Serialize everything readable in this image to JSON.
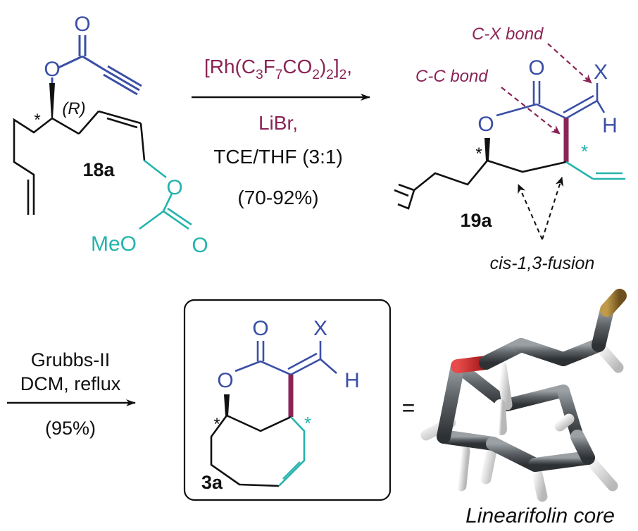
{
  "colors": {
    "blue": "#3a4fa5",
    "teal": "#25b3ad",
    "maroon": "#8a2456",
    "black": "#111111",
    "oxygen_red": "#c62020",
    "bromine_brown": "#8b6a2e",
    "carbon_gray": "#5d6266",
    "hydrogen_white": "#eeeeee"
  },
  "icons": {
    "reaction_arrow": "arrow-right-icon",
    "annotation_arrow": "dashed-arrow-icon"
  },
  "compound_18a": {
    "label": "18a",
    "config": "(R)",
    "stereo_mark": "*",
    "atom_O_top": "O",
    "atom_O_ester": "O",
    "atom_O_carbonate": "O",
    "atom_O_carbonyl": "O",
    "methoxy": "MeO"
  },
  "step1": {
    "reagent_line1": "[Rh(C3F7CO2)2]2,",
    "rh_open": "[Rh(C",
    "sub_3": "3",
    "f_part": "F",
    "sub_7": "7",
    "co_part": "CO",
    "sub_2a": "2",
    "paren_close": ")",
    "sub_2b": "2",
    "bracket_close": "]",
    "sub_2c": "2",
    "comma": ",",
    "reagent_line2": "LiBr,",
    "solvent": "TCE/THF (3:1)",
    "yield": "(70-92%)"
  },
  "compound_19a": {
    "label": "19a",
    "note_cx": "C-X bond",
    "note_cc": "C-C bond",
    "note_fusion": "cis-1,3-fusion",
    "atom_O_carbonyl": "O",
    "atom_O_ring": "O",
    "atom_X": "X",
    "atom_H": "H",
    "stereo_mark_black": "*",
    "stereo_mark_teal": "*"
  },
  "step2": {
    "reagent_line1": "Grubbs-II",
    "reagent_line2": "DCM, reflux",
    "yield": "(95%)"
  },
  "compound_3a": {
    "label": "3a",
    "atom_O_carbonyl": "O",
    "atom_O_ring": "O",
    "atom_X": "X",
    "atom_H": "H",
    "stereo_mark_black": "*",
    "stereo_mark_teal": "*"
  },
  "equals": "=",
  "model_caption": "Linearifolin core"
}
